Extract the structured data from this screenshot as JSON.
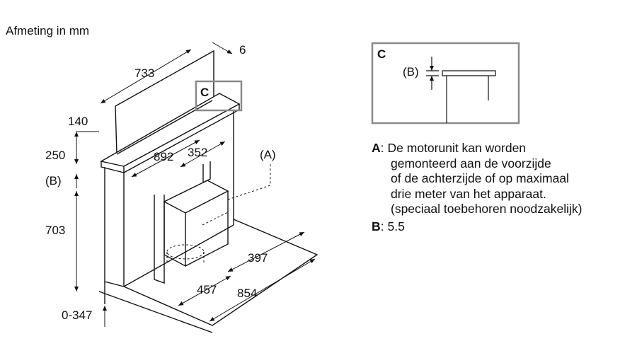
{
  "title": "Afmeting in mm",
  "dimensions": {
    "d733": "733",
    "d6": "6",
    "d140": "140",
    "d250": "250",
    "b_marker": "(B)",
    "d892": "892",
    "d352": "352",
    "a_marker": "(A)",
    "d703": "703",
    "d397": "397",
    "d457": "457",
    "d854": "854",
    "d0_347": "0-347"
  },
  "callout": {
    "tag": "C",
    "detail_tag": "C",
    "detail_b": "(B)"
  },
  "legend": {
    "a_key": "A",
    "a_lines": [
      "De motorunit kan worden",
      "gemonteerd aan de voorzijde",
      "of de achterzijde of op maximaal",
      "drie meter van het apparaat.",
      "(speciaal toebehoren noodzakelijk)"
    ],
    "b_key": "B",
    "b_text": "5.5"
  }
}
